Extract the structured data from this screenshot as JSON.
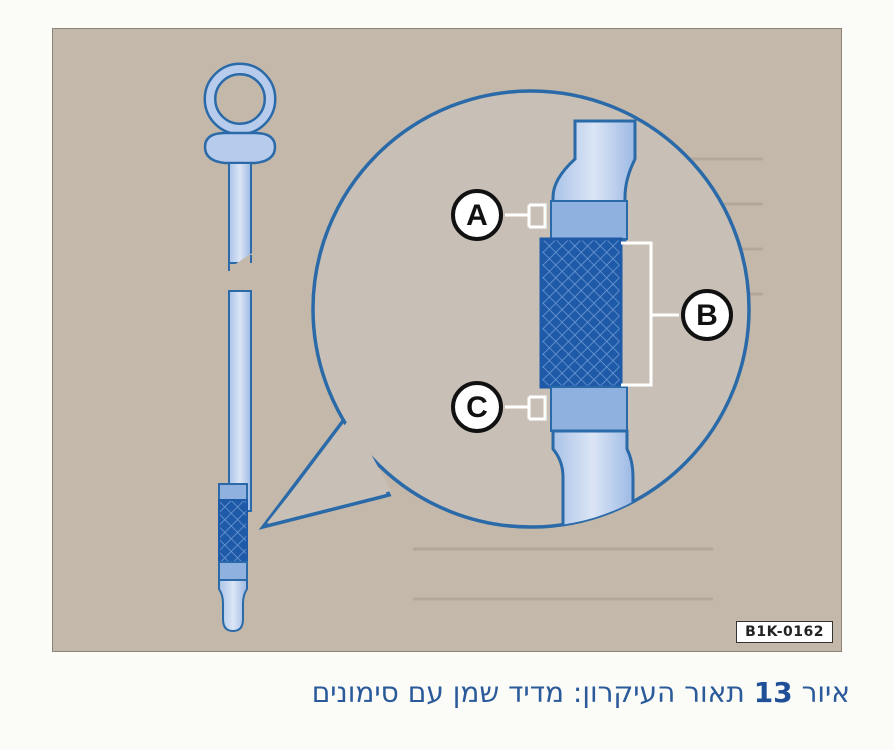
{
  "figure": {
    "code": "B1K-0162",
    "labels": {
      "a": "A",
      "b": "B",
      "c": "C"
    }
  },
  "caption": {
    "prefix": "איור",
    "number": "13",
    "text": "תאור העיקרון: מדיד שמן עם סימונים"
  },
  "colors": {
    "background": "#c4b8ab",
    "dipstick_light": "#c5d4ee",
    "dipstick_mid": "#8fb1df",
    "dipstick_dark": "#1e5aa8",
    "outline": "#2b6aa8"
  }
}
